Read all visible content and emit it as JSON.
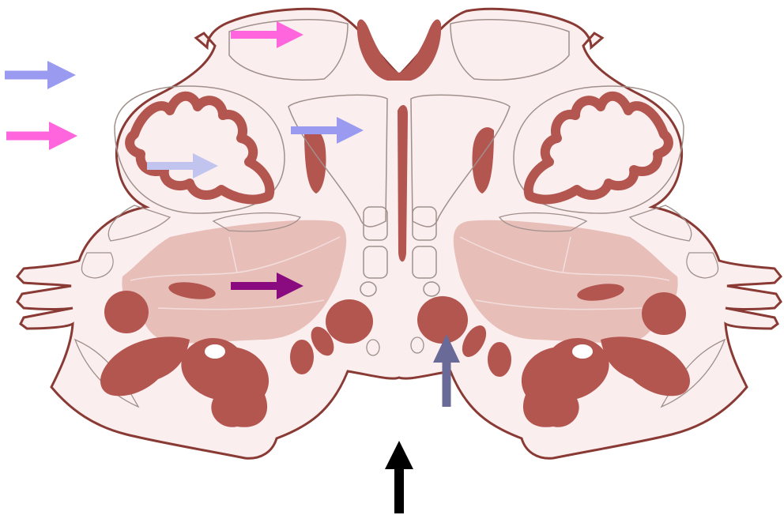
{
  "diagram": {
    "subject": "medulla-oblongata-cross-section",
    "colors": {
      "background": "#ffffff",
      "tissue_fill": "#fbeeee",
      "outline": "#8a3a34",
      "nucleus": "#b45650",
      "tract_region": "#e6b8b3",
      "thin_line": "#a0908c"
    },
    "arrows": [
      {
        "id": "arrow-top-pink",
        "color": "#ff66dd",
        "direction": "right"
      },
      {
        "id": "arrow-left-blue",
        "color": "#9a9af0",
        "direction": "right"
      },
      {
        "id": "arrow-left-pink",
        "color": "#ff66dd",
        "direction": "right"
      },
      {
        "id": "arrow-inner-lightblue",
        "color": "#c0c4ee",
        "direction": "right"
      },
      {
        "id": "arrow-center-blue",
        "color": "#9a9af0",
        "direction": "right"
      },
      {
        "id": "arrow-center-purple",
        "color": "#8a0a80",
        "direction": "right"
      },
      {
        "id": "arrow-bottom-slate",
        "color": "#6a6a98",
        "direction": "up"
      },
      {
        "id": "arrow-bottom-black",
        "color": "#000000",
        "direction": "up"
      }
    ]
  }
}
